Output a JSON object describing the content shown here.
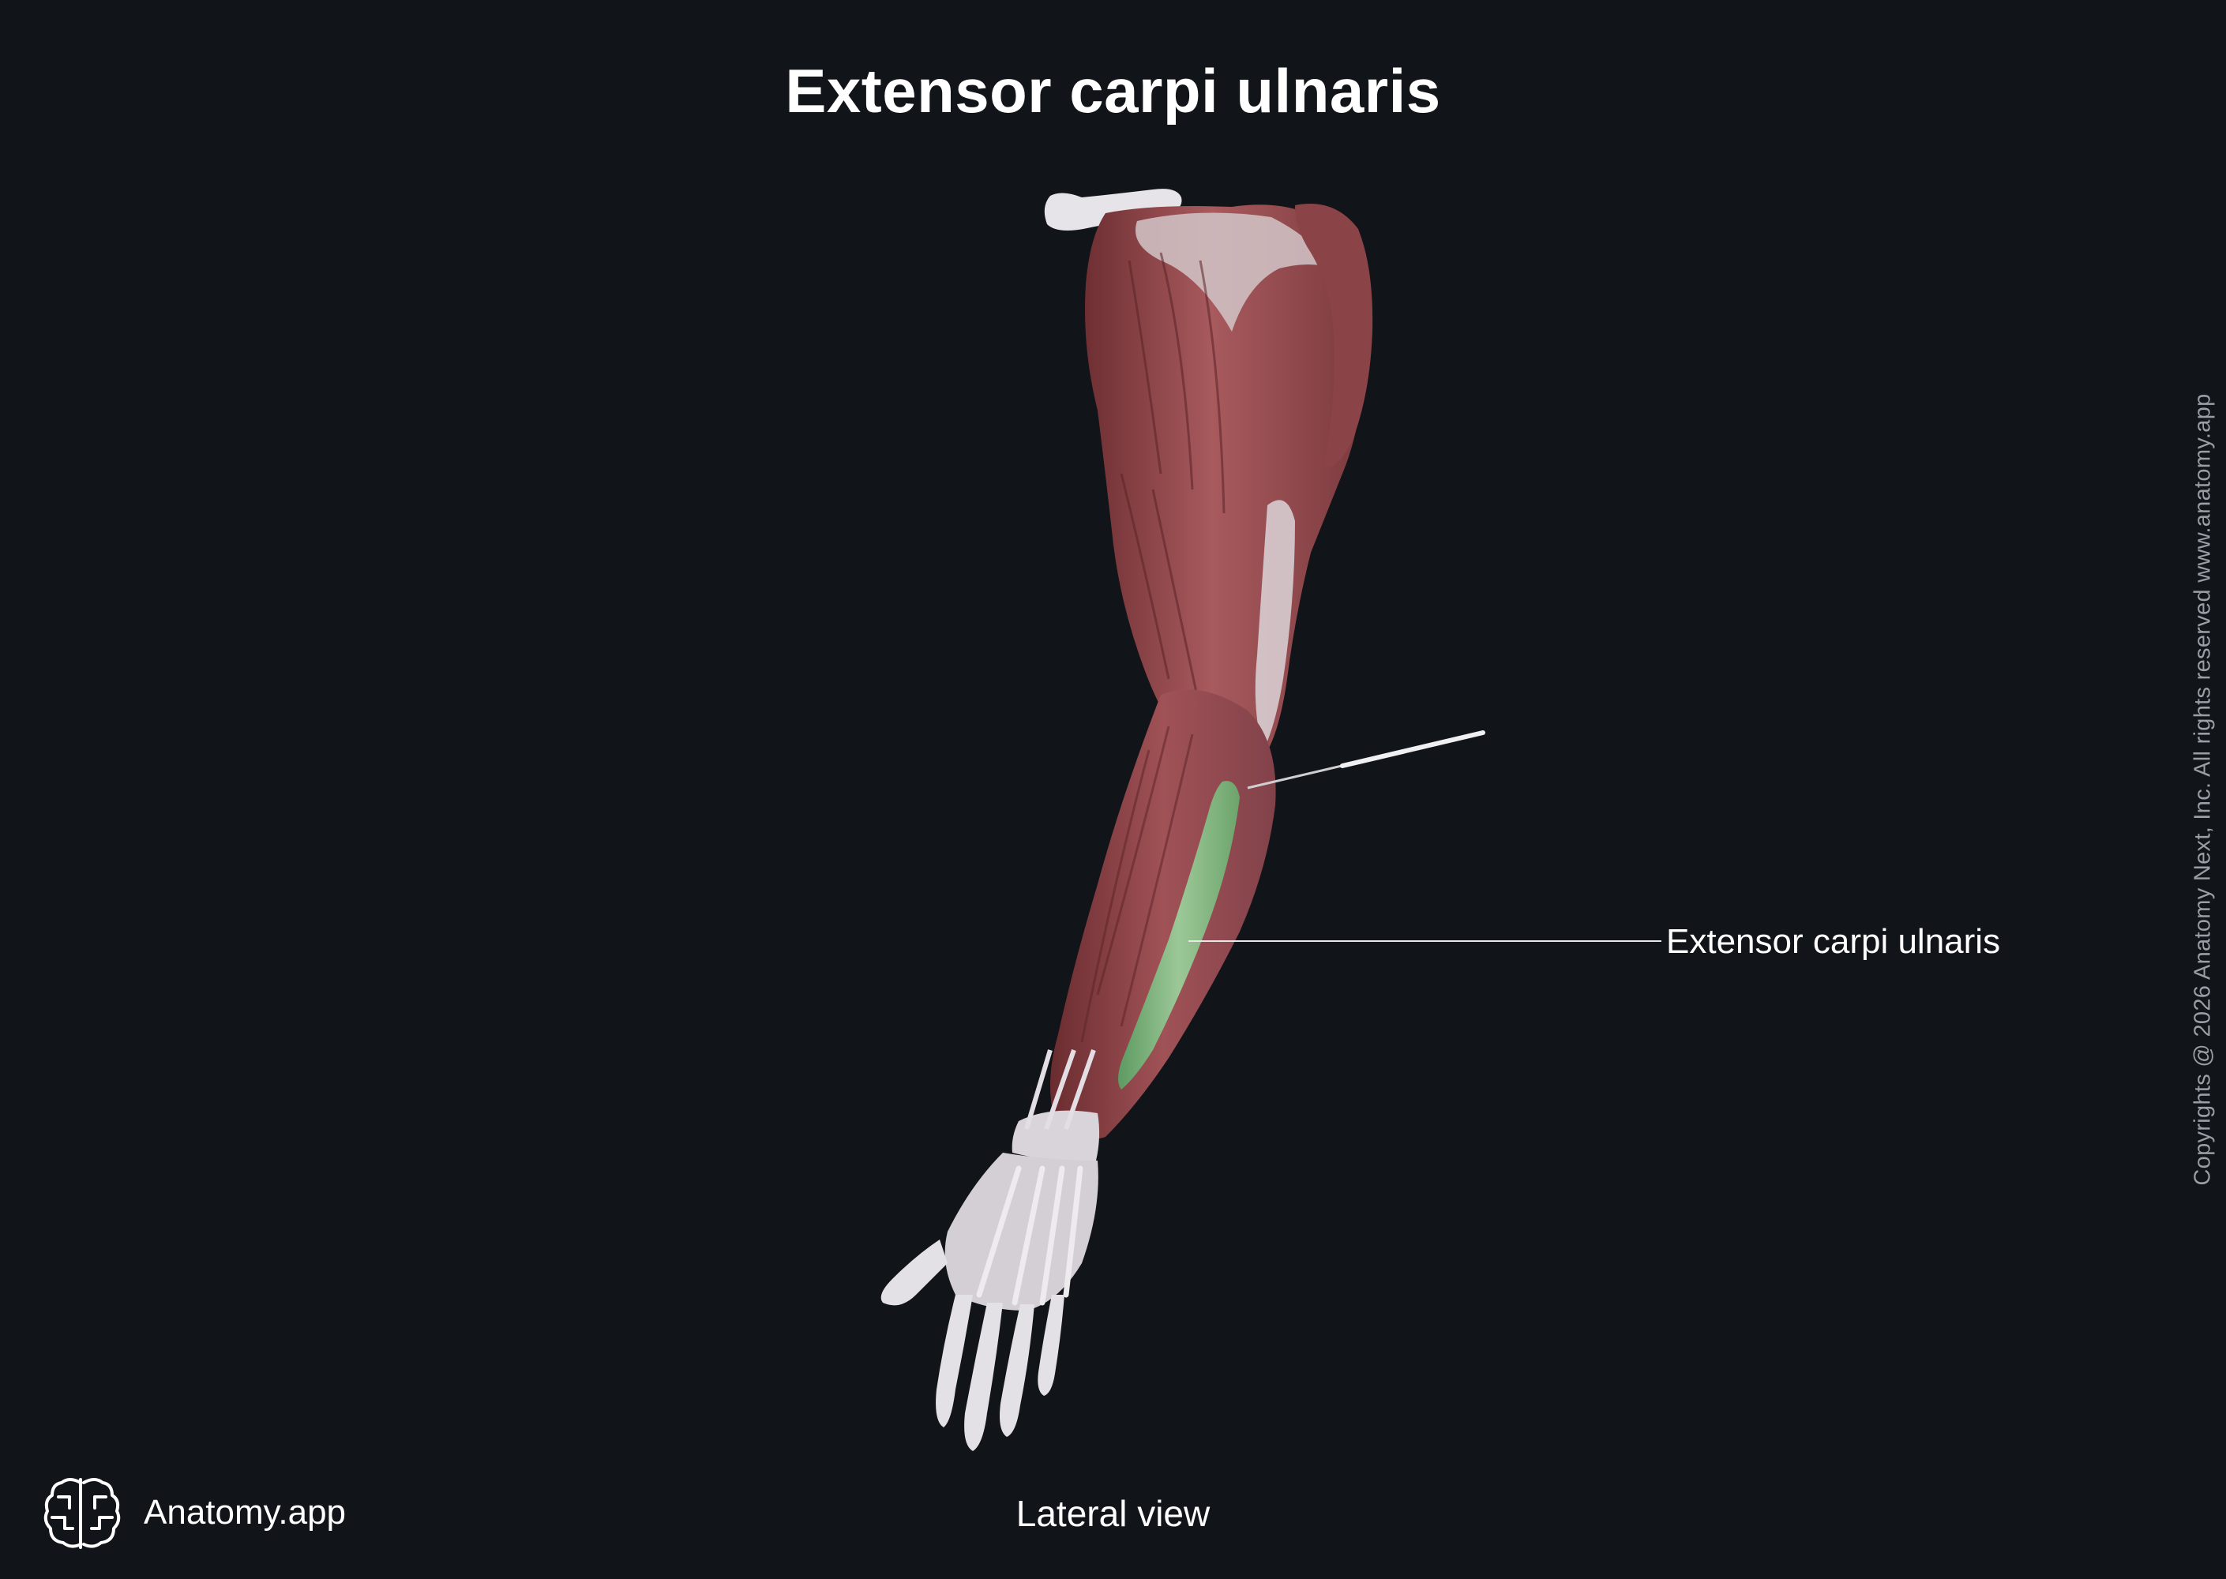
{
  "title": "Extensor carpi ulnaris",
  "labels": {
    "extensor_carpi_ulnaris": "Extensor carpi ulnaris"
  },
  "view_caption": "Lateral view",
  "brand": {
    "name": "Anatomy.app",
    "logo_icon": "brain-logo-icon"
  },
  "copyright": "Copyrights @ 2026 Anatomy Next, Inc. All rights reserved www.anatomy.app",
  "colors": {
    "background": "#111418",
    "muscle": "#9a4b4e",
    "tendon": "#d8d4d8",
    "highlight": "#7fb07a",
    "text": "#ffffff",
    "copyright": "#9a9ea5"
  }
}
